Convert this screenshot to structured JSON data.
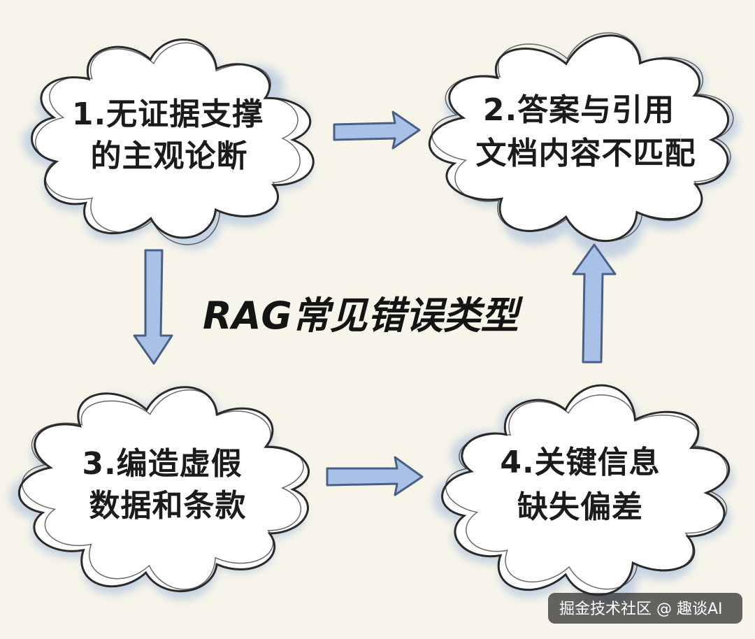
{
  "diagram": {
    "title": "RAG常见错误类型",
    "nodes": [
      {
        "id": "n1",
        "lines": [
          "1.无证据支撑",
          "的主观论断"
        ]
      },
      {
        "id": "n2",
        "lines": [
          "2.答案与引用",
          "文档内容不匹配"
        ]
      },
      {
        "id": "n3",
        "lines": [
          "3.编造虚假",
          "数据和条款"
        ]
      },
      {
        "id": "n4",
        "lines": [
          "4.关键信息",
          "缺失偏差"
        ]
      }
    ],
    "edges": [
      {
        "from": "n1",
        "to": "n2"
      },
      {
        "from": "n1",
        "to": "n3"
      },
      {
        "from": "n3",
        "to": "n4"
      },
      {
        "from": "n4",
        "to": "n2"
      }
    ]
  },
  "watermark": "掘金技术社区 @ 趣谈AI",
  "colors": {
    "background": "#f7f5ea",
    "cloud_fill": "#ffffff",
    "cloud_shade": "#9db7dc",
    "outline": "#2a2a2a",
    "arrow_fill": "#a9c1e6",
    "arrow_stroke": "#4a5f86"
  }
}
